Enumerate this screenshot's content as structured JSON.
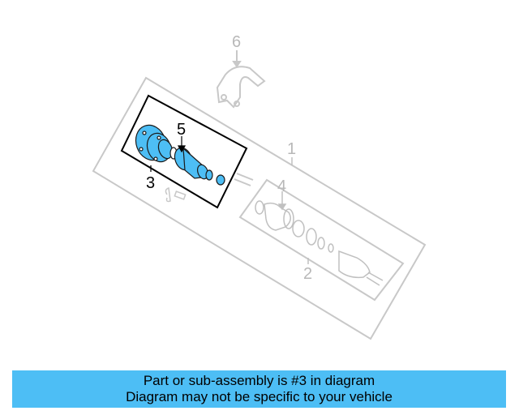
{
  "diagram": {
    "callouts": {
      "c1": "1",
      "c2": "2",
      "c3": "3",
      "c4": "4",
      "c5": "5",
      "c6": "6"
    }
  },
  "banner": {
    "line1": "Part or sub-assembly is #3 in diagram",
    "line2": "Diagram may not be specific to your vehicle"
  },
  "colors": {
    "highlight": "#4dbef5",
    "banner_bg": "#4dbef5",
    "faded_line": "#c0c0c0",
    "outline": "#000000"
  }
}
